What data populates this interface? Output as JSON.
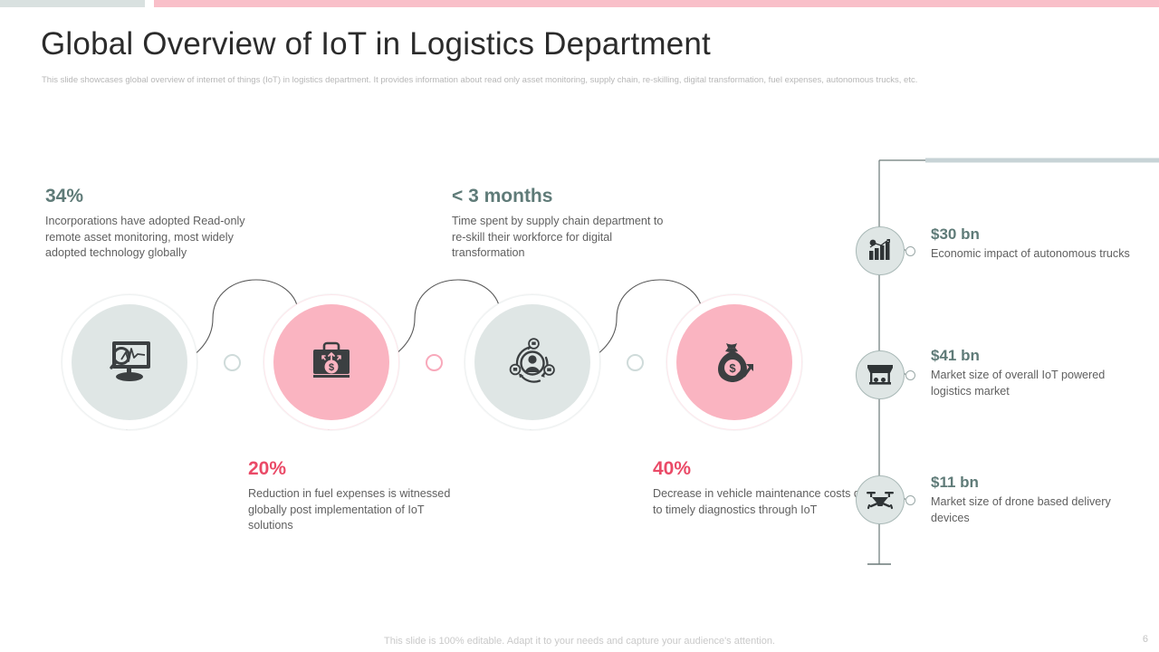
{
  "topbar": {
    "left_color": "#d9e1e0",
    "right_color": "#f9bfc9"
  },
  "header": {
    "title": "Global Overview of IoT in Logistics Department",
    "subtitle": "This slide showcases global overview of internet of things (IoT) in logistics department. It provides information about read only asset monitoring, supply chain, re-skilling, digital transformation, fuel expenses, autonomous trucks, etc."
  },
  "stats": [
    {
      "id": "read-only-asset-monitoring",
      "value": "34%",
      "value_color": "#5f7b78",
      "description": "Incorporations have adopted Read-only remote asset monitoring, most widely adopted technology globally",
      "icon": "monitor-analytics-icon",
      "circle_color": "#dfe6e5"
    },
    {
      "id": "re-skilling-digital-transformation",
      "value": "< 3 months",
      "value_color": "#5f7b78",
      "description": "Time spent by supply chain department to re-skill their workforce for digital transformation",
      "icon": "workforce-reskilling-cycle-icon",
      "circle_color": "#dfe6e5"
    },
    {
      "id": "fuel-expense-reduction",
      "value": "20%",
      "value_color": "#ea4a67",
      "description": "Reduction in fuel expenses is witnessed globally post implementation of IoT solutions",
      "icon": "briefcase-dollar-icon",
      "circle_color": "#fab4c1"
    },
    {
      "id": "vehicle-maintenance-cost-decrease",
      "value": "40%",
      "value_color": "#ea4a67",
      "description": "Decrease in vehicle maintenance costs due to timely diagnostics through IoT",
      "icon": "money-bag-growth-icon",
      "circle_color": "#fab4c1"
    }
  ],
  "timeline": [
    {
      "id": "autonomous-trucks",
      "value": "$30 bn",
      "description": "Economic impact of autonomous trucks",
      "icon": "bar-chart-icon"
    },
    {
      "id": "iot-powered-logistics-market",
      "value": "$41 bn",
      "description": "Market size of overall IoT powered  logistics market",
      "icon": "market-stall-icon"
    },
    {
      "id": "drone-based-delivery",
      "value": "$11 bn",
      "description": "Market size of drone based delivery devices",
      "icon": "drone-icon"
    }
  ],
  "footer": {
    "note": "This slide is 100% editable. Adapt it to your needs and capture your audience's attention.",
    "page_number": "6"
  }
}
